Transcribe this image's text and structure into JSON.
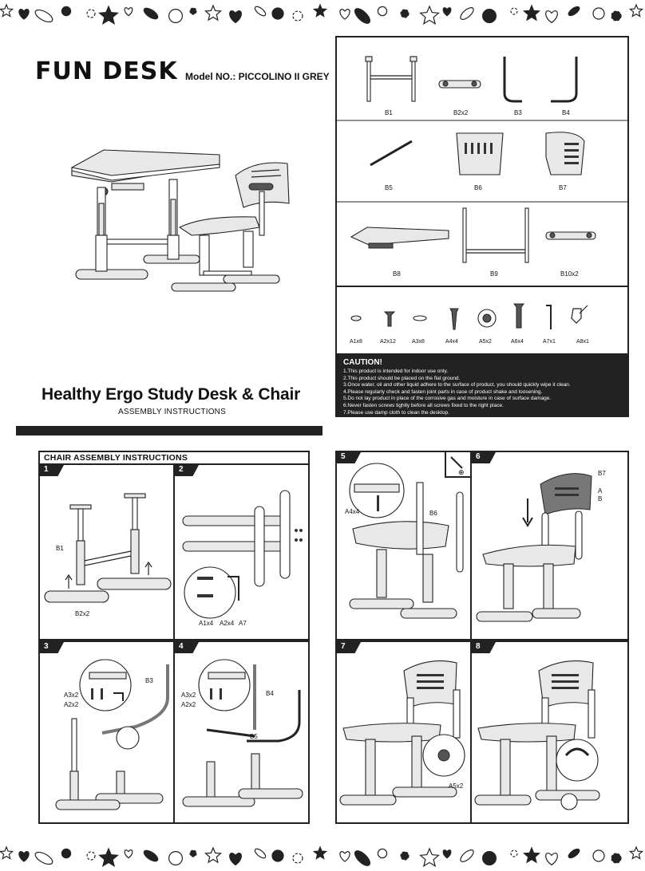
{
  "brand": {
    "logo": "FUN DESK",
    "model": "Model NO.: PICCOLINO II GREY"
  },
  "title": "Healthy Ergo Study Desk & Chair",
  "subtitle": "ASSEMBLY INSTRUCTIONS",
  "parts": {
    "row1": [
      "B1",
      "B2x2",
      "B3",
      "B4"
    ],
    "row2": [
      "B5",
      "B6",
      "B7"
    ],
    "row3": [
      "B8",
      "B9",
      "B10x2"
    ],
    "hardware": [
      "A1x8",
      "A2x12",
      "A3x8",
      "A4x4",
      "A5x2",
      "A6x4",
      "A7x1",
      "A8x1"
    ]
  },
  "caution": {
    "title": "CAUTION!",
    "lines": [
      "1.This product is intended for indoor use only.",
      "2.This product should be placed on the flat ground.",
      "3.Once water, oil and other liquid adhere to the surface of product, you should quickly wipe it clean.",
      "4.Please regularly check and fasten joint parts in case of product shake and loosening.",
      "5.Do not lay product in place of the corrosive gas and moisture in case of surface damage.",
      "6.Never fasten screws tightly before all screws fixed to the right place.",
      "7.Please use damp cloth to clean the desktop."
    ]
  },
  "chair_section": {
    "title": "CHAIR ASSEMBLY INSTRUCTIONS"
  },
  "steps": [
    {
      "num": "1",
      "callouts": [
        "B1",
        "B2x2"
      ]
    },
    {
      "num": "2",
      "callouts": [
        "A1x4",
        "A2x4",
        "A7"
      ]
    },
    {
      "num": "3",
      "callouts": [
        "A3x2",
        "A2x2",
        "B3"
      ]
    },
    {
      "num": "4",
      "callouts": [
        "A3x2",
        "A2x2",
        "B4",
        "B5"
      ]
    },
    {
      "num": "5",
      "callouts": [
        "A4x4",
        "B6"
      ]
    },
    {
      "num": "6",
      "callouts": [
        "B7",
        "A",
        "B"
      ]
    },
    {
      "num": "7",
      "callouts": [
        "A5x2"
      ]
    },
    {
      "num": "8",
      "callouts": []
    }
  ],
  "icons": {
    "screwdriver": "screwdriver-icon",
    "phillips": "⊕"
  }
}
